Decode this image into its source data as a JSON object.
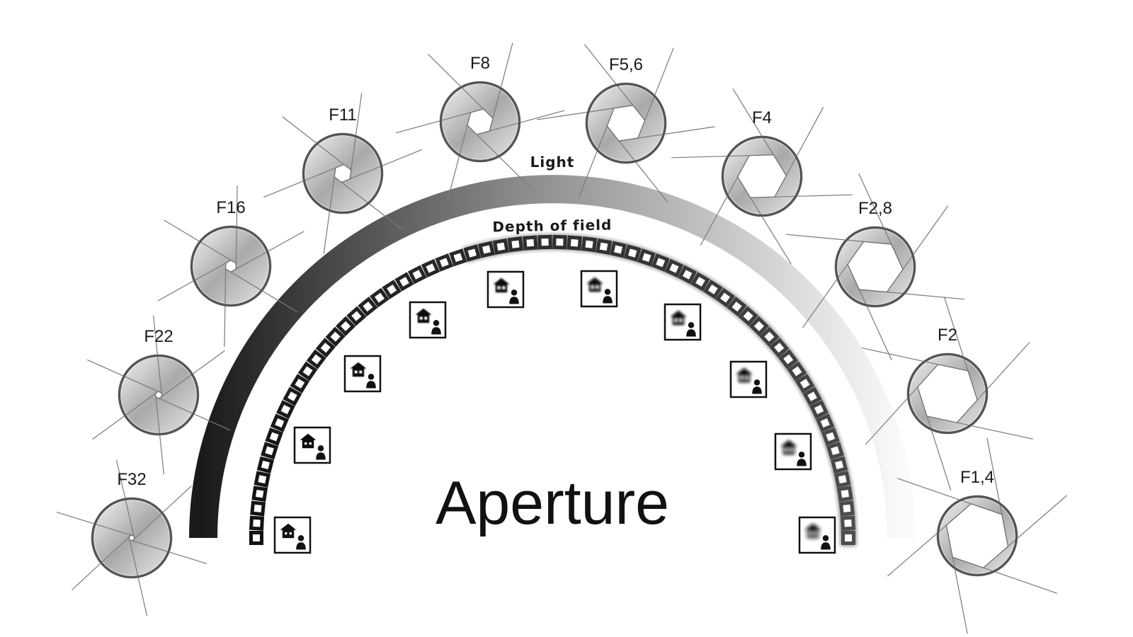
{
  "title": "Aperture",
  "light_label": "Light",
  "dof_label": "Depth of field",
  "colors": {
    "light_dark": "#1a1a1a",
    "light_light": "#fafafa",
    "frame": "#111111",
    "blade_edge": "#7a7a7a"
  },
  "apertures": [
    {
      "label": "F32",
      "opening": 0.06
    },
    {
      "label": "F22",
      "opening": 0.1
    },
    {
      "label": "F16",
      "opening": 0.17
    },
    {
      "label": "F11",
      "opening": 0.26
    },
    {
      "label": "F8",
      "opening": 0.38
    },
    {
      "label": "F5,6",
      "opening": 0.55
    },
    {
      "label": "F4",
      "opening": 0.7
    },
    {
      "label": "F2,8",
      "opening": 0.8
    },
    {
      "label": "F2",
      "opening": 0.88
    },
    {
      "label": "F1,4",
      "opening": 0.94
    }
  ],
  "scenes": [
    {
      "blur": 0.0
    },
    {
      "blur": 0.1
    },
    {
      "blur": 0.2
    },
    {
      "blur": 0.3
    },
    {
      "blur": 0.45
    },
    {
      "blur": 0.6
    },
    {
      "blur": 0.75
    },
    {
      "blur": 0.85
    },
    {
      "blur": 0.95
    },
    {
      "blur": 1.05
    }
  ]
}
